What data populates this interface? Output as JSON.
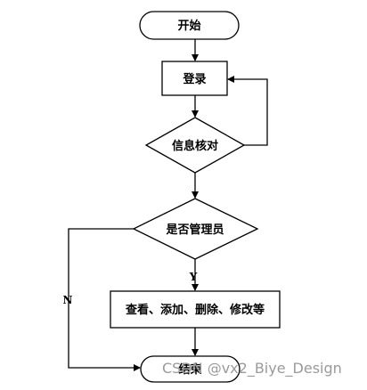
{
  "flowchart": {
    "nodes": {
      "start": "开始",
      "login": "登录",
      "verify": "信息核对",
      "is_admin": "是否管理员",
      "actions": "查看、添加、删除、修改等",
      "end": "结束"
    },
    "edges": {
      "yes": "Y",
      "no": "N"
    }
  },
  "watermark": "CSDN @vx2_Biye_Design"
}
